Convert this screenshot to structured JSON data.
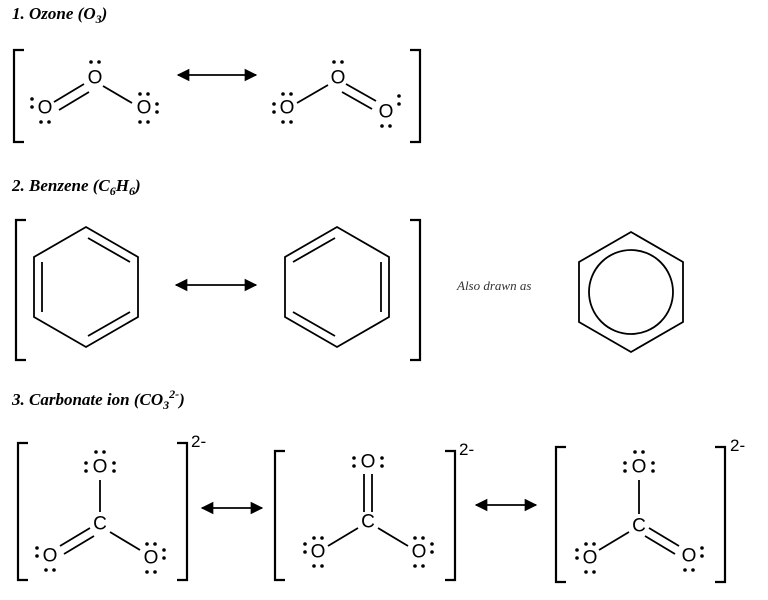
{
  "sections": [
    {
      "number": "1.",
      "name": "Ozone",
      "formula_prefix": "(O",
      "formula_sub": "3",
      "formula_suffix": ")"
    },
    {
      "number": "2.",
      "name": "Benzene",
      "formula_prefix": "(C",
      "formula_sub1": "6",
      "formula_mid": "H",
      "formula_sub2": "6",
      "formula_suffix": ")"
    },
    {
      "number": "3.",
      "name": "Carbonate ion",
      "formula_prefix": "(CO",
      "formula_sub": "3",
      "formula_sup": "2-",
      "formula_suffix": ")"
    }
  ],
  "atoms": {
    "oxygen": "O",
    "carbon": "C"
  },
  "benzene_note": "Also drawn as",
  "charge": "2-"
}
